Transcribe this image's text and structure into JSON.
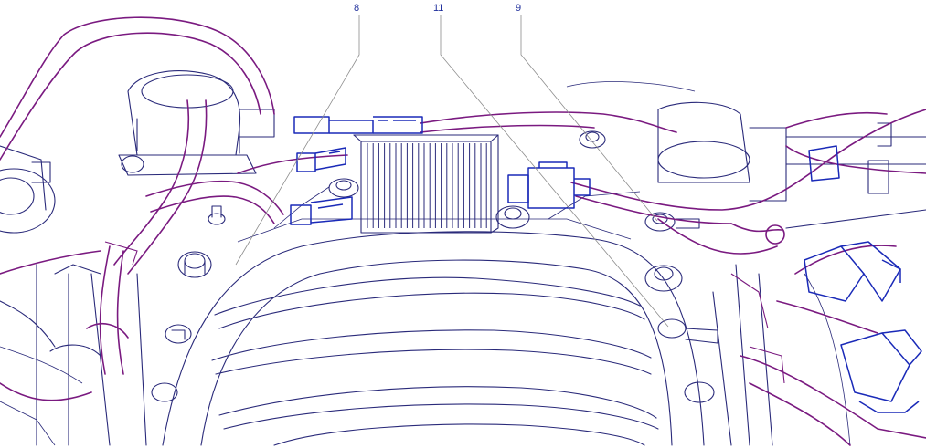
{
  "callouts": [
    {
      "id": "callout-8",
      "label": "8"
    },
    {
      "id": "callout-11",
      "label": "11"
    },
    {
      "id": "callout-9",
      "label": "9"
    }
  ],
  "colors": {
    "engine_outline": "#2a2a7a",
    "wiring_harness": "#7a1a80",
    "highlighted_parts": "#1a2ab8",
    "callout_text": "#1f2f9c",
    "leader_lines": "#8c8c8c"
  }
}
